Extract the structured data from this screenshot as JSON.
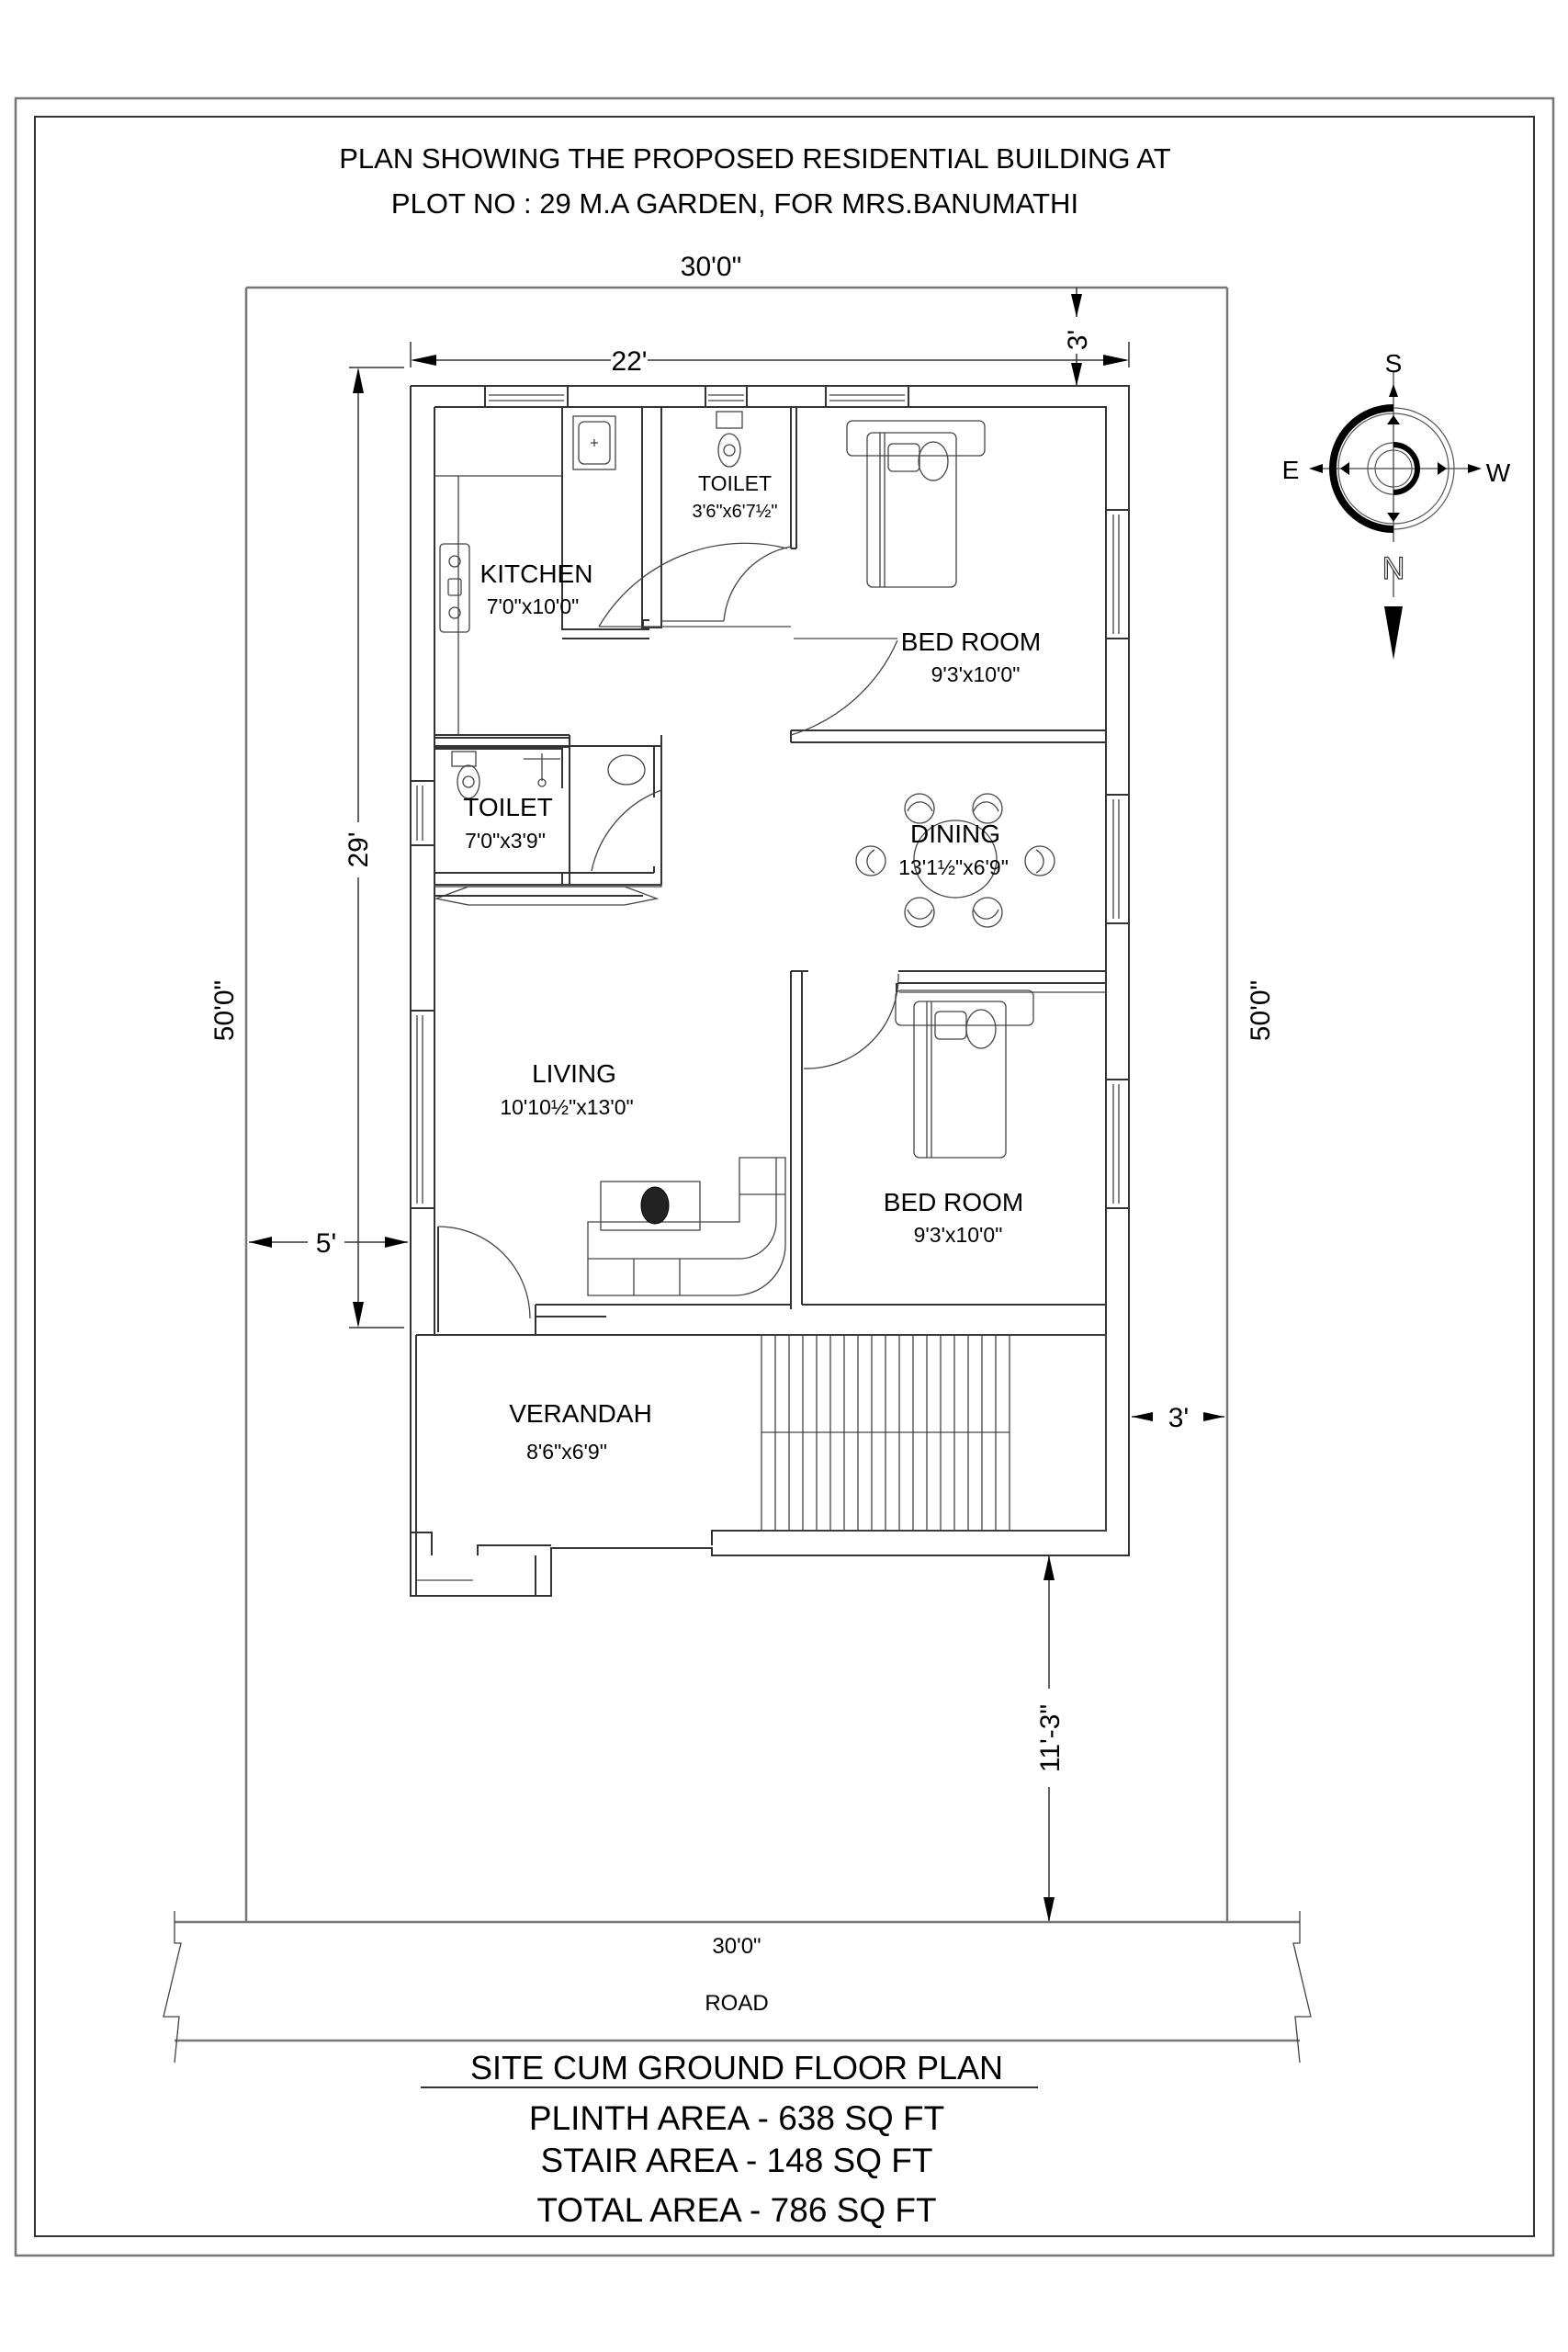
{
  "header": {
    "line1": "PLAN SHOWING THE PROPOSED RESIDENTIAL BUILDING AT",
    "line2": "PLOT NO : 29 M.A GARDEN, FOR MRS.BANUMATHI"
  },
  "dimensions": {
    "plot_width_top": "30'0\"",
    "plot_width_bottom": "30'0\"",
    "plot_depth_left": "50'0\"",
    "plot_depth_right": "50'0\"",
    "building_width": "22'",
    "building_depth": "29'",
    "setback_top": "3'",
    "setback_left": "5'",
    "setback_right": "3'",
    "setback_front": "11'-3\""
  },
  "rooms": {
    "kitchen": {
      "name": "KITCHEN",
      "size": "7'0\"x10'0\""
    },
    "toilet_top": {
      "name": "TOILET",
      "size": "3'6\"x6'7½\""
    },
    "bedroom_top": {
      "name": "BED ROOM",
      "size": "9'3'x10'0\""
    },
    "toilet_mid": {
      "name": "TOILET",
      "size": "7'0\"x3'9\""
    },
    "dining": {
      "name": "DINING",
      "size": "13'1½\"x6'9\""
    },
    "living": {
      "name": "LIVING",
      "size": "10'10½\"x13'0\""
    },
    "bedroom_bottom": {
      "name": "BED ROOM",
      "size": "9'3'x10'0\""
    },
    "verandah": {
      "name": "VERANDAH",
      "size": "8'6\"x6'9\""
    }
  },
  "compass": {
    "north": "N",
    "south": "S",
    "east": "E",
    "west": "W"
  },
  "road": {
    "label": "ROAD"
  },
  "footer": {
    "plan_title": "SITE CUM GROUND FLOOR PLAN",
    "plinth_area": "PLINTH AREA - 638 SQ FT",
    "stair_area": "STAIR AREA - 148 SQ FT",
    "total_area": "TOTAL AREA - 786 SQ FT"
  }
}
